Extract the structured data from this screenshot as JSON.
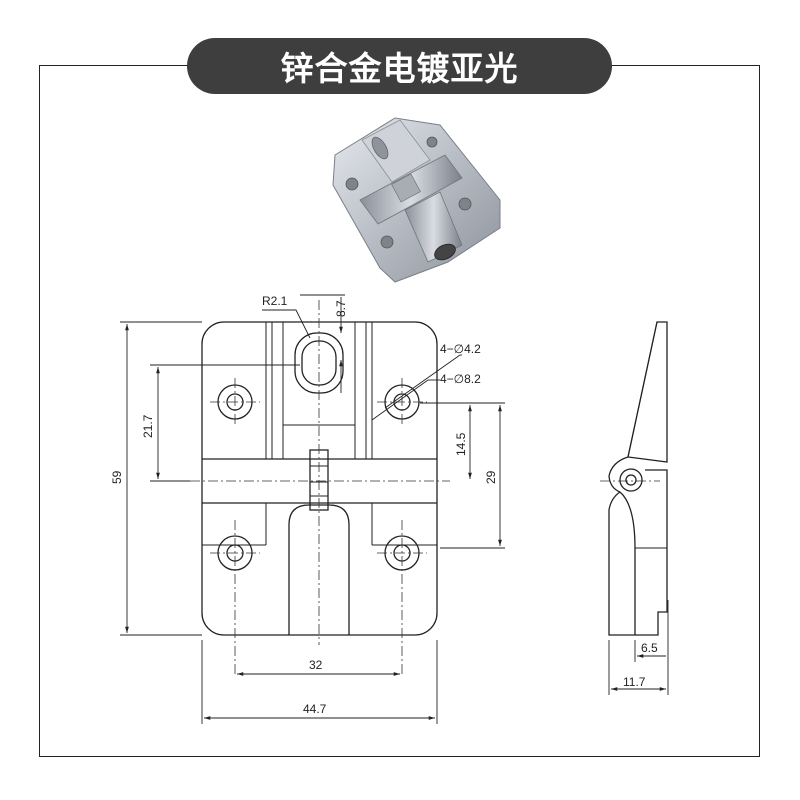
{
  "title": "锌合金电镀亚光",
  "photo": {
    "alt": "product photo of zinc alloy hinge"
  },
  "dimensions": {
    "radius": "R2.1",
    "slot_height": "8.7",
    "small_holes": "4−∅4.2",
    "large_holes": "4−∅8.2",
    "hole_offset": "21.7",
    "pivot_offset": "14.5",
    "height": "59",
    "hole_spacing_v": "29",
    "hole_spacing_h": "32",
    "width": "44.7",
    "side_inner": "6.5",
    "side_outer": "11.7"
  },
  "colors": {
    "title_bg": "#3e3e3e",
    "title_text": "#ffffff",
    "line": "#222222"
  }
}
